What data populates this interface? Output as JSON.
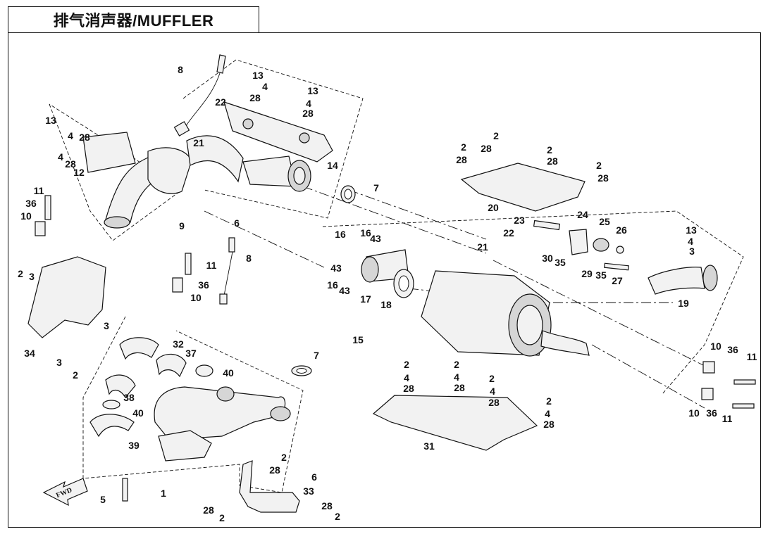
{
  "title": "排气消声器/MUFFLER",
  "fwd_arrow": "FWD",
  "callouts": [
    {
      "id": "c1",
      "text": "8"
    },
    {
      "id": "c2",
      "text": "13"
    },
    {
      "id": "c3",
      "text": "4"
    },
    {
      "id": "c4",
      "text": "28"
    },
    {
      "id": "c5",
      "text": "13"
    },
    {
      "id": "c6",
      "text": "4"
    },
    {
      "id": "c7",
      "text": "28"
    },
    {
      "id": "c8",
      "text": "22"
    },
    {
      "id": "c9",
      "text": "21"
    },
    {
      "id": "c10",
      "text": "14"
    },
    {
      "id": "c11",
      "text": "13"
    },
    {
      "id": "c12",
      "text": "4"
    },
    {
      "id": "c13",
      "text": "28"
    },
    {
      "id": "c14",
      "text": "4"
    },
    {
      "id": "c15",
      "text": "28"
    },
    {
      "id": "c16",
      "text": "12"
    },
    {
      "id": "c17",
      "text": "11"
    },
    {
      "id": "c18",
      "text": "36"
    },
    {
      "id": "c19",
      "text": "10"
    },
    {
      "id": "c20",
      "text": "9"
    },
    {
      "id": "c21",
      "text": "6"
    },
    {
      "id": "c22",
      "text": "7"
    },
    {
      "id": "c23",
      "text": "2"
    },
    {
      "id": "c24",
      "text": "28"
    },
    {
      "id": "c25",
      "text": "2"
    },
    {
      "id": "c26",
      "text": "28"
    },
    {
      "id": "c27",
      "text": "2"
    },
    {
      "id": "c28",
      "text": "28"
    },
    {
      "id": "c29",
      "text": "2"
    },
    {
      "id": "c30",
      "text": "28"
    },
    {
      "id": "c31",
      "text": "20"
    },
    {
      "id": "c32",
      "text": "11"
    },
    {
      "id": "c33",
      "text": "36"
    },
    {
      "id": "c34",
      "text": "10"
    },
    {
      "id": "c35",
      "text": "8"
    },
    {
      "id": "c36",
      "text": "2"
    },
    {
      "id": "c37",
      "text": "3"
    },
    {
      "id": "c38",
      "text": "34"
    },
    {
      "id": "c39",
      "text": "3"
    },
    {
      "id": "c40",
      "text": "3"
    },
    {
      "id": "c41",
      "text": "2"
    },
    {
      "id": "c42",
      "text": "23"
    },
    {
      "id": "c43",
      "text": "24"
    },
    {
      "id": "c44",
      "text": "25"
    },
    {
      "id": "c45",
      "text": "26"
    },
    {
      "id": "c46",
      "text": "22"
    },
    {
      "id": "c47",
      "text": "21"
    },
    {
      "id": "c48",
      "text": "30"
    },
    {
      "id": "c49",
      "text": "35"
    },
    {
      "id": "c50",
      "text": "29"
    },
    {
      "id": "c51",
      "text": "35"
    },
    {
      "id": "c52",
      "text": "27"
    },
    {
      "id": "c53",
      "text": "16"
    },
    {
      "id": "c54",
      "text": "16"
    },
    {
      "id": "c55",
      "text": "43"
    },
    {
      "id": "c56",
      "text": "43"
    },
    {
      "id": "c57",
      "text": "16"
    },
    {
      "id": "c58",
      "text": "43"
    },
    {
      "id": "c59",
      "text": "17"
    },
    {
      "id": "c60",
      "text": "18"
    },
    {
      "id": "c61",
      "text": "15"
    },
    {
      "id": "c62",
      "text": "13"
    },
    {
      "id": "c63",
      "text": "4"
    },
    {
      "id": "c64",
      "text": "3"
    },
    {
      "id": "c65",
      "text": "19"
    },
    {
      "id": "c66",
      "text": "32"
    },
    {
      "id": "c67",
      "text": "37"
    },
    {
      "id": "c68",
      "text": "40"
    },
    {
      "id": "c69",
      "text": "38"
    },
    {
      "id": "c70",
      "text": "40"
    },
    {
      "id": "c71",
      "text": "39"
    },
    {
      "id": "c72",
      "text": "7"
    },
    {
      "id": "c73",
      "text": "2"
    },
    {
      "id": "c74",
      "text": "4"
    },
    {
      "id": "c75",
      "text": "28"
    },
    {
      "id": "c76",
      "text": "2"
    },
    {
      "id": "c77",
      "text": "4"
    },
    {
      "id": "c78",
      "text": "28"
    },
    {
      "id": "c79",
      "text": "2"
    },
    {
      "id": "c80",
      "text": "4"
    },
    {
      "id": "c81",
      "text": "28"
    },
    {
      "id": "c82",
      "text": "2"
    },
    {
      "id": "c83",
      "text": "4"
    },
    {
      "id": "c84",
      "text": "28"
    },
    {
      "id": "c85",
      "text": "31"
    },
    {
      "id": "c86",
      "text": "10"
    },
    {
      "id": "c87",
      "text": "36"
    },
    {
      "id": "c88",
      "text": "11"
    },
    {
      "id": "c89",
      "text": "10"
    },
    {
      "id": "c90",
      "text": "36"
    },
    {
      "id": "c91",
      "text": "11"
    },
    {
      "id": "c92",
      "text": "2"
    },
    {
      "id": "c93",
      "text": "28"
    },
    {
      "id": "c94",
      "text": "6"
    },
    {
      "id": "c95",
      "text": "33"
    },
    {
      "id": "c96",
      "text": "28"
    },
    {
      "id": "c97",
      "text": "2"
    },
    {
      "id": "c98",
      "text": "28"
    },
    {
      "id": "c99",
      "text": "2"
    },
    {
      "id": "c100",
      "text": "5"
    },
    {
      "id": "c101",
      "text": "1"
    }
  ]
}
